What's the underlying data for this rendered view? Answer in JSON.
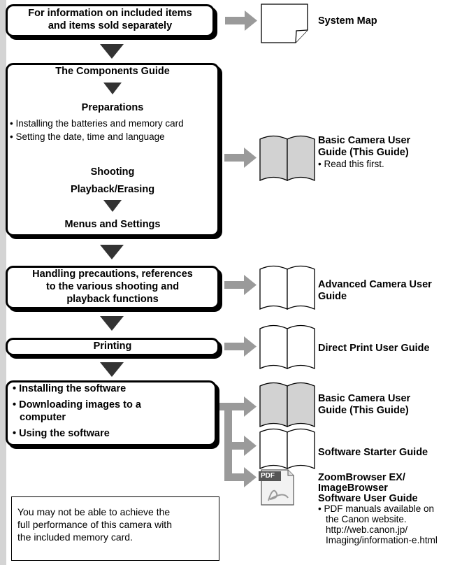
{
  "flow": {
    "box1": {
      "line1": "For information on included items",
      "line2": "and items sold separately"
    },
    "components": {
      "title": "The Components Guide",
      "preparations": "Preparations",
      "bullet1": "• Installing the batteries and memory card",
      "bullet2": "• Setting the date, time and language",
      "shooting": "Shooting",
      "playback": "Playback/Erasing",
      "menus": "Menus and Settings"
    },
    "handling": {
      "line1": "Handling precautions, references",
      "line2": "to the various shooting and",
      "line3": "playback functions"
    },
    "printing": "Printing",
    "software": {
      "item1": "• Installing the software",
      "item2a": "• Downloading images to a",
      "item2b": "computer",
      "item3": "• Using the software"
    }
  },
  "guides": {
    "system_map": "System Map",
    "basic1": {
      "line1": "Basic Camera User",
      "line2": "Guide (This Guide)",
      "note": "• Read this first."
    },
    "advanced": {
      "line1": "Advanced Camera User",
      "line2": "Guide"
    },
    "direct_print": "Direct Print User Guide",
    "basic2": {
      "line1": "Basic Camera User",
      "line2": "Guide (This Guide)"
    },
    "software_starter": "Software Starter Guide",
    "zoombrowser": {
      "line1": "ZoomBrowser EX/",
      "line2": "ImageBrowser",
      "line3": "Software User Guide",
      "note1": "• PDF manuals available on",
      "note2": "the Canon website.",
      "note3": "http://web.canon.jp/",
      "note4": "Imaging/information-e.html"
    },
    "pdf_icon_label": "PDF"
  },
  "note": {
    "line1": "You may not be able to achieve the",
    "line2": "full performance of this camera with",
    "line3": "the included memory card."
  },
  "colors": {
    "arrow": "#9a9a9a",
    "triangle": "#333333",
    "book_fill": "#d2d2d2",
    "sidebar": "#d4d4d4"
  },
  "icons": [
    "arrow-right-icon",
    "triangle-down-icon",
    "page-icon",
    "open-book-icon",
    "pdf-icon"
  ]
}
